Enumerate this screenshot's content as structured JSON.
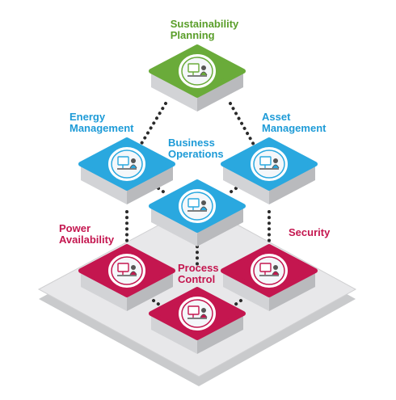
{
  "colors": {
    "green": "#6aab3a",
    "blue": "#2aa8df",
    "red": "#c4164f",
    "side": "#d2d3d6",
    "side_dark": "#b9babd",
    "base": "#e6e6e8",
    "connector": "#2b2b2b"
  },
  "nodes": {
    "sustainability": {
      "line1": "Sustainability",
      "line2": "Planning",
      "color_key": "green",
      "icon": "sustainability-planning-icon"
    },
    "energy": {
      "line1": "Energy",
      "line2": "Management",
      "color_key": "blue",
      "icon": "energy-management-icon"
    },
    "asset": {
      "line1": "Asset",
      "line2": "Management",
      "color_key": "blue",
      "icon": "asset-management-icon"
    },
    "business": {
      "line1": "Business",
      "line2": "Operations",
      "color_key": "blue",
      "icon": "business-operations-icon"
    },
    "power": {
      "line1": "Power",
      "line2": "Availability",
      "color_key": "red",
      "icon": "power-availability-icon"
    },
    "security": {
      "line1": "Security",
      "color_key": "red",
      "icon": "security-icon"
    },
    "process": {
      "line1": "Process",
      "line2": "Control",
      "color_key": "red",
      "icon": "process-control-icon"
    }
  }
}
